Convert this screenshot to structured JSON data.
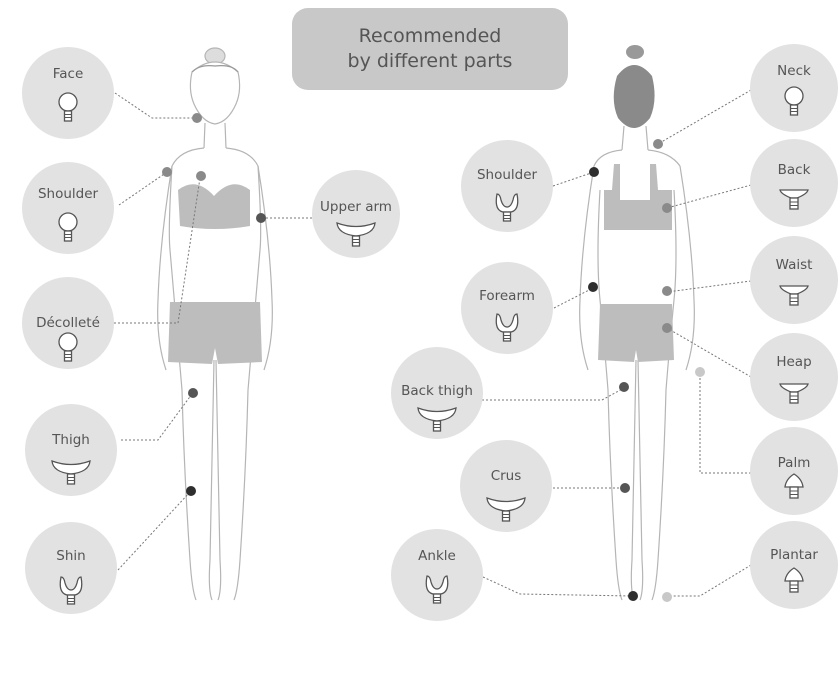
{
  "banner": {
    "line1": "Recommended",
    "line2": "by different parts"
  },
  "colors": {
    "circle": "#e2e2e2",
    "dot_dark": "#3a3a3a",
    "dot_mid": "#8a8a8a",
    "dot_light": "#c8c8c8",
    "body": "#bdbdbd"
  },
  "front": {
    "face": {
      "label": "Face",
      "head": "ball-head-icon"
    },
    "shoulder": {
      "label": "Shoulder",
      "head": "ball-head-icon"
    },
    "decollete": {
      "label": "Décolleté",
      "head": "ball-head-icon"
    },
    "thigh": {
      "label": "Thigh",
      "head": "curved-flat-head-icon"
    },
    "shin": {
      "label": "Shin",
      "head": "fork-head-icon"
    },
    "upper_arm": {
      "label": "Upper arm",
      "head": "curved-flat-head-icon"
    }
  },
  "back": {
    "shoulder": {
      "label": "Shoulder",
      "head": "fork-head-icon"
    },
    "forearm": {
      "label": "Forearm",
      "head": "fork-head-icon"
    },
    "back_thigh": {
      "label": "Back thigh",
      "head": "curved-flat-head-icon"
    },
    "crus": {
      "label": "Crus",
      "head": "curved-flat-head-icon"
    },
    "ankle": {
      "label": "Ankle",
      "head": "fork-head-icon"
    },
    "neck": {
      "label": "Neck",
      "head": "ball-head-icon"
    },
    "back": {
      "label": "Back",
      "head": "flat-head-icon"
    },
    "waist": {
      "label": "Waist",
      "head": "flat-head-icon"
    },
    "heap": {
      "label": "Heap",
      "head": "flat-head-icon"
    },
    "palm": {
      "label": "Palm",
      "head": "bullet-head-icon"
    },
    "plantar": {
      "label": "Plantar",
      "head": "bullet-head-icon"
    }
  }
}
